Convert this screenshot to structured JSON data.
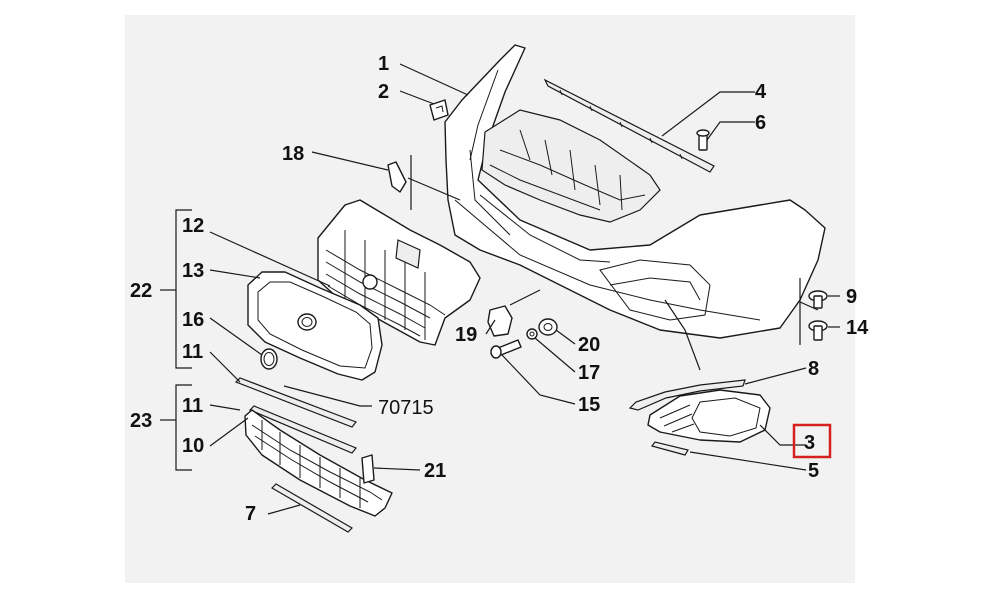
{
  "diagram": {
    "title": "Front bumper exploded parts diagram",
    "labels": {
      "p1": "1",
      "p2": "2",
      "p3": "3",
      "p4": "4",
      "p5": "5",
      "p6": "6",
      "p7": "7",
      "p8": "8",
      "p9": "9",
      "p10": "10",
      "p11a": "11",
      "p11b": "11",
      "p12": "12",
      "p13": "13",
      "p14": "14",
      "p15": "15",
      "p16": "16",
      "p17": "17",
      "p18": "18",
      "p19": "19",
      "p20": "20",
      "p21": "21",
      "p22": "22",
      "p23": "23"
    },
    "reference_code": "70715",
    "highlight": {
      "label": "3",
      "color": "#d62020"
    }
  }
}
